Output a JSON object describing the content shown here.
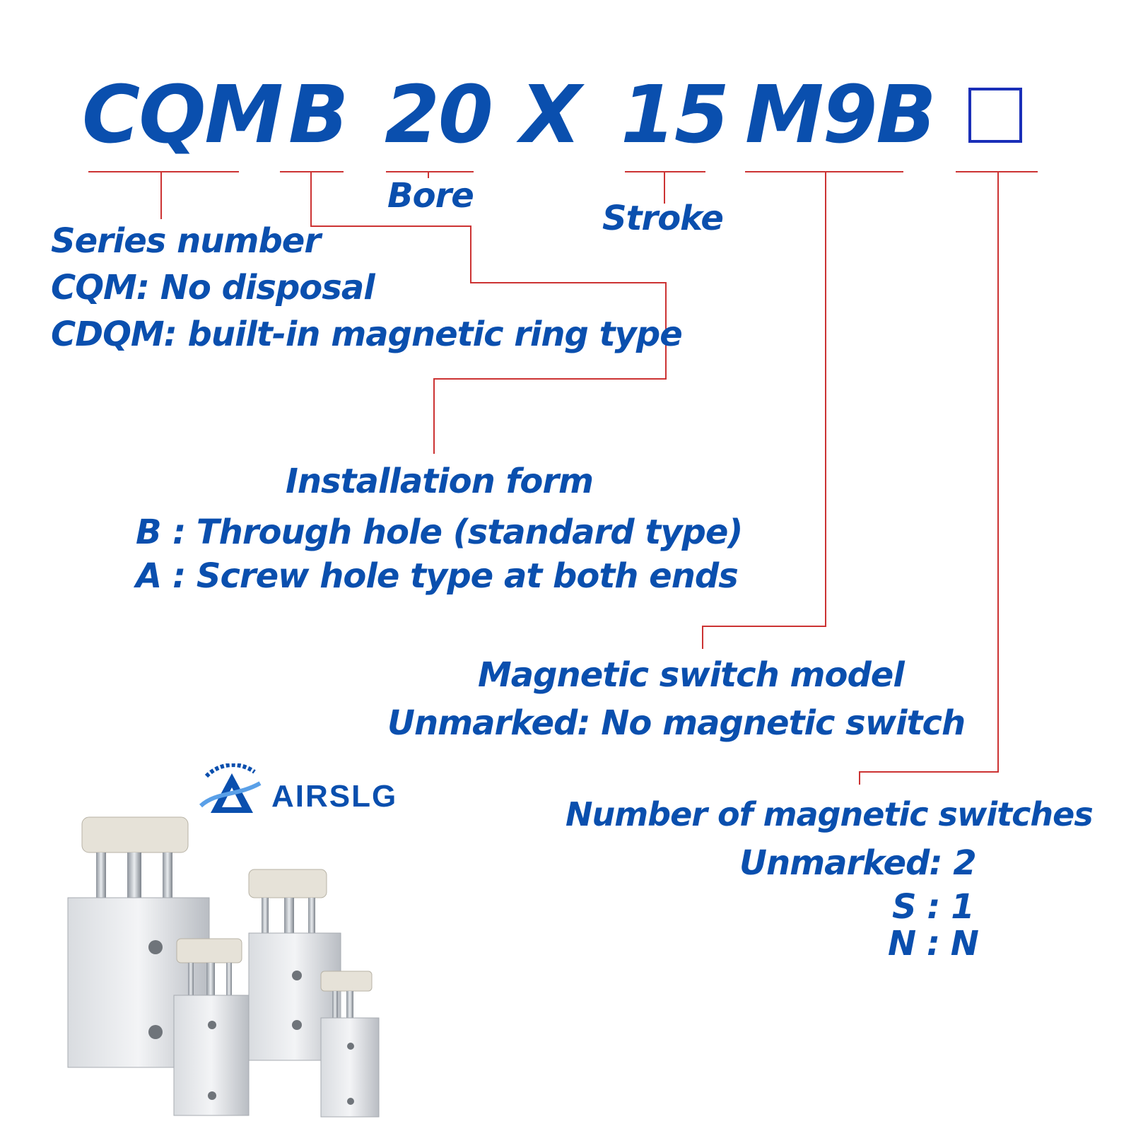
{
  "model_code": {
    "series": "CQM",
    "installation": "B",
    "bore": "20",
    "separator": "X",
    "stroke": "15",
    "switch": "M9B"
  },
  "labels": {
    "bore": "Bore",
    "stroke": "Stroke",
    "series": {
      "title": "Series number",
      "line1": "CQM: No disposal",
      "line2": "CDQM: built-in magnetic ring type"
    },
    "installation": {
      "title": "Installation form",
      "b_key": "B",
      "b_text": ": Through hole (standard type)",
      "a_key": "A",
      "a_text": ":  Screw hole type at both ends"
    },
    "switch_model": {
      "title": "Magnetic switch model",
      "line1": "Unmarked: No magnetic switch"
    },
    "switch_count": {
      "title": "Number of magnetic switches",
      "line1": "Unmarked: 2",
      "line2": "S : 1",
      "line3": "N : N"
    }
  },
  "brand": {
    "name": "AIRSLG"
  },
  "colors": {
    "text": "#0a4fae",
    "connector": "#cc3333",
    "option_box": "#1a2fb8"
  }
}
